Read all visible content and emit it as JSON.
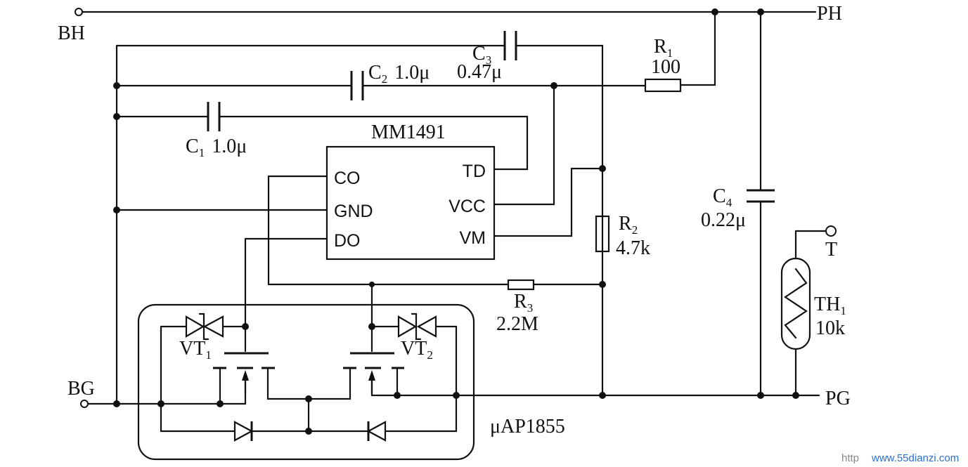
{
  "terminals": {
    "bh": "BH",
    "bg": "BG",
    "ph": "PH",
    "pg": "PG",
    "t": "T"
  },
  "ic": {
    "name": "MM1491",
    "pins": {
      "co": "CO",
      "gnd": "GND",
      "do": "DO",
      "td": "TD",
      "vcc": "VCC",
      "vm": "VM"
    }
  },
  "c1": {
    "ref": "C",
    "sub": "1",
    "value": "1.0μ"
  },
  "c2": {
    "ref": "C",
    "sub": "2",
    "value": "1.0μ"
  },
  "c3": {
    "ref": "C",
    "sub": "3",
    "value": "0.47μ"
  },
  "c4": {
    "ref": "C",
    "sub": "4",
    "value": "0.22μ"
  },
  "r1": {
    "ref": "R",
    "sub": "1",
    "value": "100"
  },
  "r2": {
    "ref": "R",
    "sub": "2",
    "value": "4.7k"
  },
  "r3": {
    "ref": "R",
    "sub": "3",
    "value": "2.2M"
  },
  "th1": {
    "ref": "TH",
    "sub": "1",
    "value": "10k"
  },
  "vt1": {
    "ref": "VT",
    "sub": "1"
  },
  "vt2": {
    "ref": "VT",
    "sub": "2"
  },
  "module": {
    "name": "μAP1855"
  },
  "watermark": {
    "prefix": "http",
    "site": "www.55dianzi.com"
  },
  "colors": {
    "ink": "#111111",
    "watermark_blue": "#2a6fd6",
    "watermark_gray": "#888888"
  }
}
